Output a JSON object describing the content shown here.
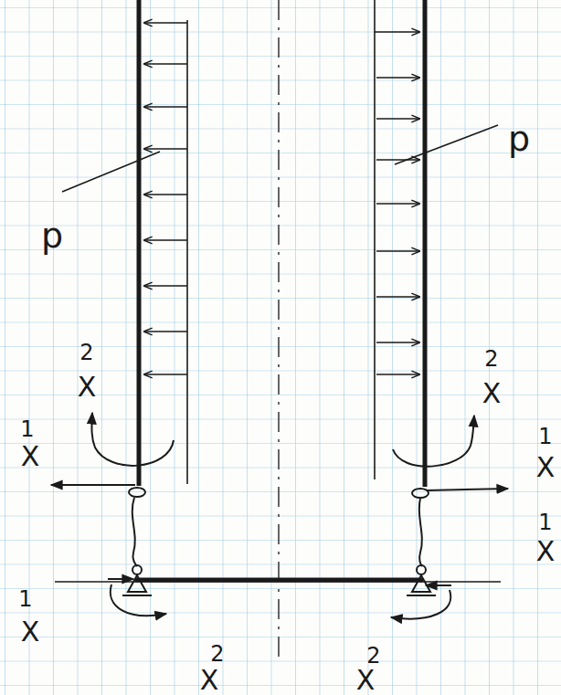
{
  "diagram": {
    "labels": [
      "p",
      "p",
      "2",
      "X",
      "2",
      "X",
      "1",
      "X",
      "1",
      "X",
      "1",
      "X",
      "1",
      "X",
      "2",
      "X",
      "2",
      "X"
    ]
  }
}
